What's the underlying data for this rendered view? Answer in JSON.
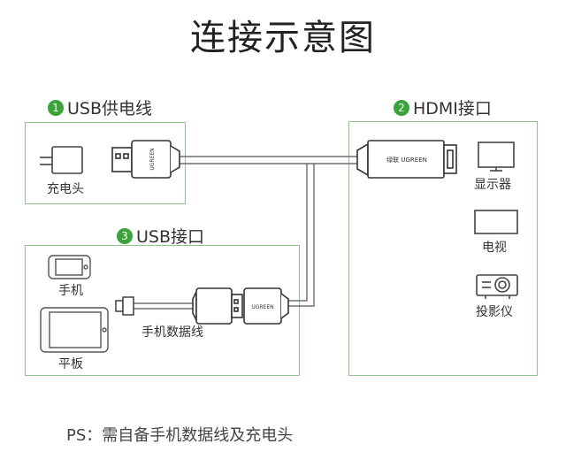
{
  "title": "连接示意图",
  "sections": {
    "usb_power": {
      "number": "1",
      "title": "USB供电线",
      "charger_label": "充电头"
    },
    "hdmi": {
      "number": "2",
      "title": "HDMI接口",
      "display_label": "显示器",
      "tv_label": "电视",
      "projector_label": "投影仪"
    },
    "usb": {
      "number": "3",
      "title": "USB接口",
      "phone_label": "手机",
      "tablet_label": "平板",
      "data_cable_label": "手机数据线"
    }
  },
  "connector_brands": {
    "usb_a": "UGREEN",
    "hdmi": "绿联 UGREEN",
    "usb_female": "UGREEN"
  },
  "footnote": "PS：需自备手机数据线及充电头",
  "colors": {
    "accent": "#39a43a",
    "box_border": "#8fc58a",
    "line": "#555555"
  }
}
